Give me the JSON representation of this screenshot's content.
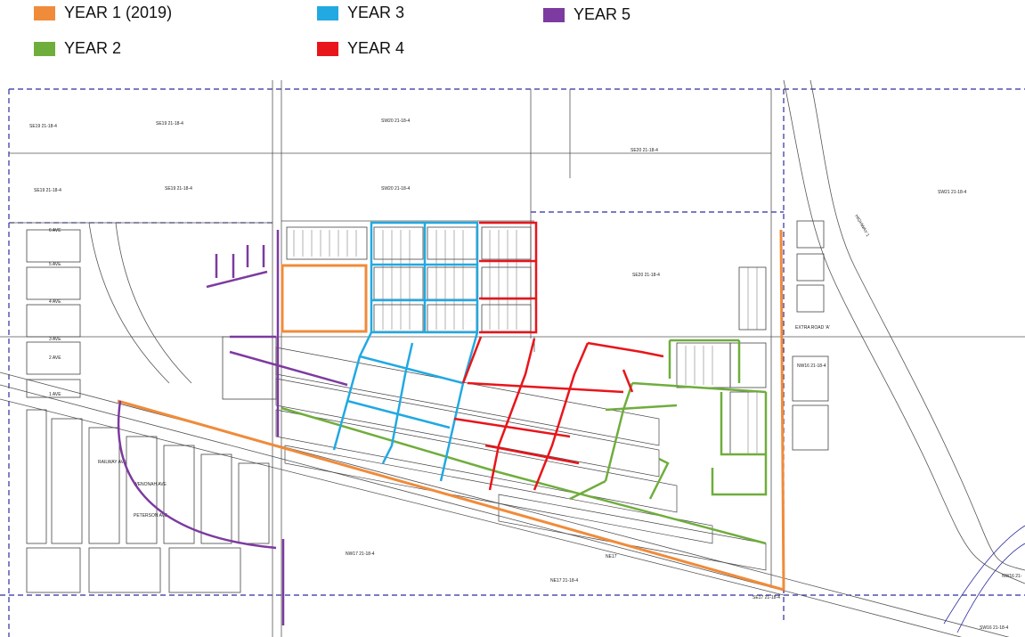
{
  "legend": {
    "items": [
      {
        "label": "YEAR 1 (2019)",
        "color": "#f08b3a"
      },
      {
        "label": "YEAR 3",
        "color": "#22a9e2"
      },
      {
        "label": "YEAR 5",
        "color": "#7d3aa0"
      },
      {
        "label": "YEAR 2",
        "color": "#6fad3c"
      },
      {
        "label": "YEAR 4",
        "color": "#e8151b"
      }
    ]
  },
  "map": {
    "parcel_labels": {
      "se19_a": "SE19 21-18-4",
      "se19_b": "SE19 21-18-4",
      "se19_c": "SE19 21-18-4",
      "se19_d": "SE19 21-18-4",
      "sw20_a": "SW20 21-18-4",
      "sw20_b": "SW20 21-18-4",
      "se20_a": "SE20 21-18-4",
      "se20_b": "SE20 21-18-4",
      "sw21": "SW21 21-18-4",
      "nw16": "NW16 21-18-4",
      "nw17": "NW17 21-18-4",
      "ne17": "NE17 21-18-4",
      "ne17_b": "NE17",
      "se17": "SE17 21-18-4",
      "nw16_b": "NW16 21-",
      "sw16": "SW16 21-18-4",
      "extra_road": "EXTRA ROAD 'A'",
      "highway": "HIGHWAY 1",
      "avenue_6": "6 AVE",
      "avenue_5": "5 AVE",
      "avenue_4": "4 AVE",
      "avenue_3": "3 AVE",
      "avenue_2": "2 AVE",
      "avenue_1": "1 AVE",
      "wenonah": "WENONAH AVE",
      "peterson": "PETERSON AVE",
      "railway": "RAILWAY AVE"
    }
  }
}
